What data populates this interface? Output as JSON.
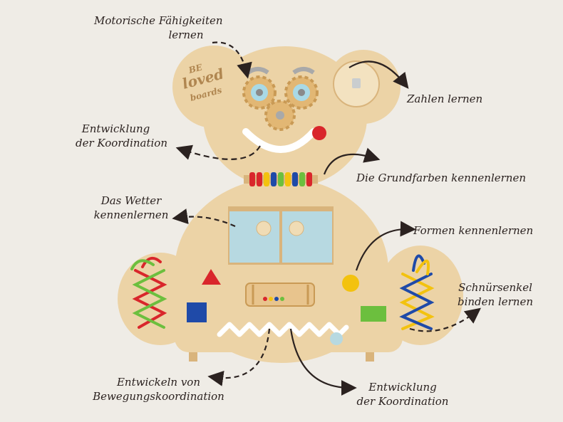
{
  "brand": {
    "line1": "BE",
    "line2": "loved",
    "line3": "boards"
  },
  "colors": {
    "background": "#efece6",
    "wood": "#ecd3a6",
    "wood_dark": "#d9b47c",
    "text": "#2b2220",
    "drawer_blue": "#b7d9e1",
    "red": "#d9262b",
    "blue": "#1f4aa8",
    "yellow": "#f3c20f",
    "green": "#6cbf3e"
  },
  "annotations": {
    "motor_skills": {
      "line1": "Motorische Fähigkeiten",
      "line2": "lernen"
    },
    "numbers": {
      "line1": "Zahlen lernen"
    },
    "coordination_left": {
      "line1": "Entwicklung",
      "line2": "der Koordination"
    },
    "primary_colors": {
      "line1": "Die Grundfarben kennenlernen"
    },
    "weather": {
      "line1": "Das Wetter",
      "line2": "kennenlernen"
    },
    "shapes": {
      "line1": "Formen kennenlernen"
    },
    "shoelaces": {
      "line1": "Schnürsenkel",
      "line2": "binden lernen"
    },
    "movement_coordination": {
      "line1": "Entwickeln von",
      "line2": "Bewegungskoordination"
    },
    "coordination_bottom": {
      "line1": "Entwicklung",
      "line2": "der Koordination"
    }
  }
}
